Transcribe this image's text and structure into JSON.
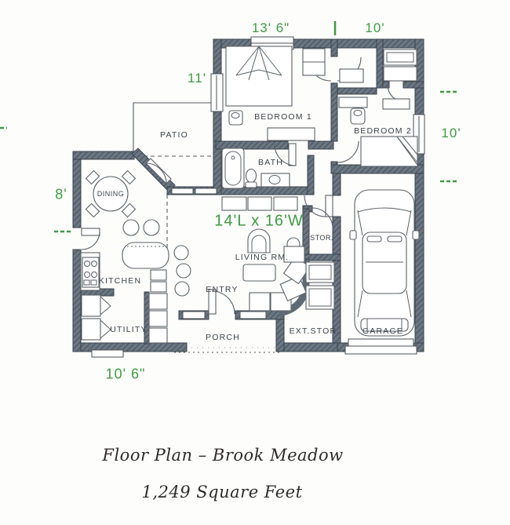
{
  "caption": {
    "title": "Floor Plan – Brook Meadow",
    "subtitle": "1,249 Square Feet"
  },
  "dimension_labels": {
    "top_left_width": "13' 6\"",
    "top_right_width": "10'",
    "patio_side": "11'",
    "dining_side": "8'",
    "right_side": "10'",
    "bottom_left_width": "10' 6\"",
    "living_room_size": "14'L x 16'W"
  },
  "room_labels": {
    "patio": "PATIO",
    "bedroom1": "BEDROOM 1",
    "bedroom2": "BEDROOM 2",
    "bath": "BATH",
    "dining": "DINING",
    "kitchen": "KITCHEN",
    "utility": "UTILITY",
    "living": "LIVING RM.",
    "entry": "ENTRY",
    "porch": "PORCH",
    "storage": "STOR.",
    "ext_storage": "EXT.STOR.",
    "garage": "GARAGE"
  },
  "colors": {
    "page_background": "#fdfdfb",
    "dimension_green": "#3e9b43",
    "wall_fill": "#6a7681",
    "wall_hatch": "#49545e",
    "line_gray": "#565c61",
    "label_text": "#3c4349",
    "caption_text": "#2e2d2b"
  }
}
